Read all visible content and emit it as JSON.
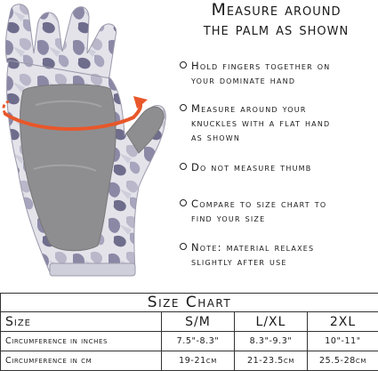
{
  "title": {
    "line1": "Measure around",
    "line2": "the palm as shown"
  },
  "instructions": [
    {
      "text": "Hold fingers together on\nyour dominate hand"
    },
    {
      "text": "Measure around your\nknuckles with a flat hand\nas shown"
    },
    {
      "text": "Do not measure thumb"
    },
    {
      "text": "Compare to size chart to\nfind your size"
    },
    {
      "text": "Note: material relaxes\nslightly after use"
    }
  ],
  "size_chart": {
    "title": "Size Chart",
    "header": [
      "Size",
      "S/M",
      "L/XL",
      "2XL"
    ],
    "rows": [
      [
        "Circumference in inches",
        "7.5\"-8.3\"",
        "8.3\"-9.3\"",
        "10\"-11\""
      ],
      [
        "Circumference in cm",
        "19-21cm",
        "21-23.5cm",
        "25.5-28cm"
      ]
    ]
  },
  "colors": {
    "measure_arrow": "#e8572a",
    "glove_palm": "#8e8e91",
    "glove_camo_light": "#e9e8ee",
    "glove_camo_dark": "#6f6d8c"
  }
}
